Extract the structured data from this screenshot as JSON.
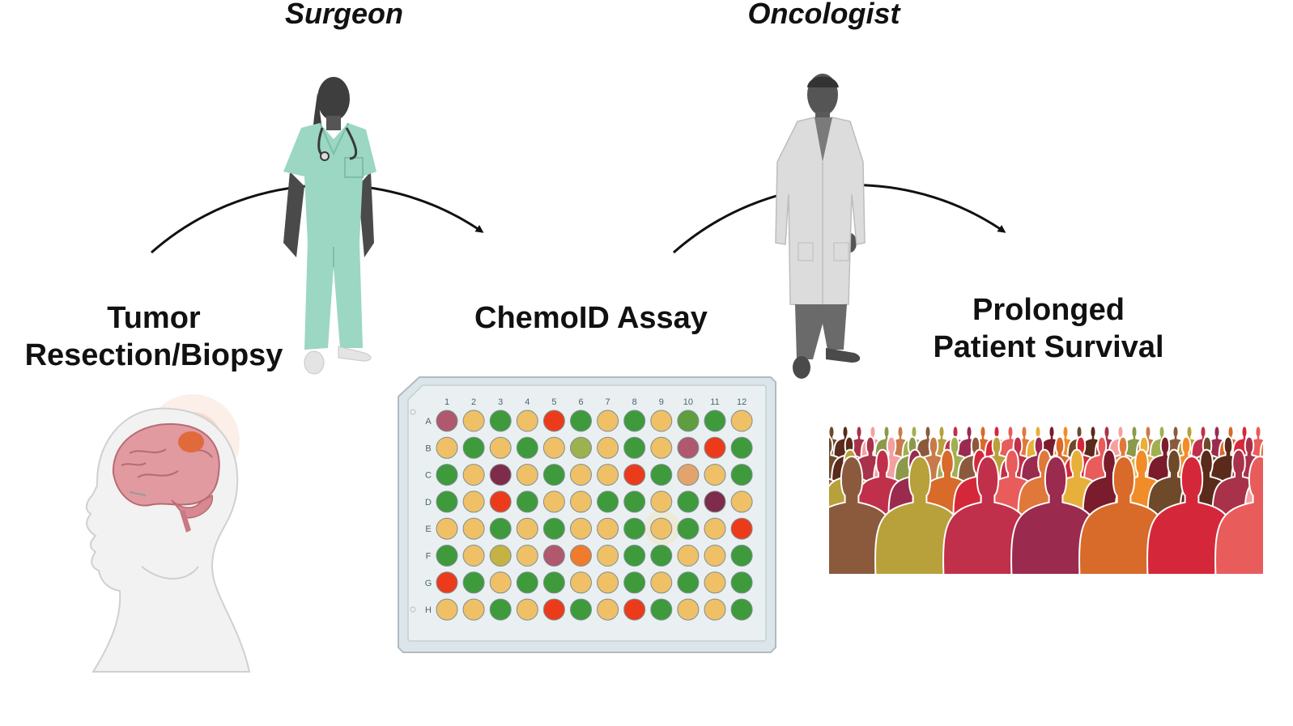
{
  "roles": {
    "surgeon": "Surgeon",
    "oncologist": "Oncologist"
  },
  "steps": {
    "tumor": {
      "line1": "Tumor",
      "line2": "Resection/Biopsy"
    },
    "assay": {
      "label": "ChemoID Assay"
    },
    "survival": {
      "line1": "Prolonged",
      "line2": "Patient Survival"
    }
  },
  "plate": {
    "columns": [
      "1",
      "2",
      "3",
      "4",
      "5",
      "6",
      "7",
      "8",
      "9",
      "10",
      "11",
      "12"
    ],
    "rows": [
      "A",
      "B",
      "C",
      "D",
      "E",
      "F",
      "G",
      "H"
    ],
    "wells": [
      [
        "m",
        "y",
        "g",
        "y",
        "r",
        "g",
        "y",
        "g",
        "y",
        "gl",
        "g",
        "y"
      ],
      [
        "y",
        "g",
        "y",
        "g",
        "y",
        "ol",
        "y",
        "g",
        "y",
        "m",
        "r",
        "g"
      ],
      [
        "g",
        "y",
        "dm",
        "y",
        "g",
        "y",
        "y",
        "r",
        "g",
        "ys",
        "y",
        "g"
      ],
      [
        "g",
        "y",
        "r",
        "g",
        "y",
        "y",
        "g",
        "g",
        "y",
        "g",
        "dm",
        "y"
      ],
      [
        "y",
        "y",
        "g",
        "y",
        "g",
        "y",
        "y",
        "g",
        "y",
        "g",
        "y",
        "r"
      ],
      [
        "g",
        "y",
        "ol2",
        "y",
        "m",
        "or",
        "y",
        "g",
        "g",
        "y",
        "y",
        "g"
      ],
      [
        "r",
        "g",
        "y",
        "g",
        "g",
        "y",
        "y",
        "g",
        "y",
        "g",
        "y",
        "g"
      ],
      [
        "y",
        "y",
        "g",
        "y",
        "r",
        "g",
        "y",
        "r",
        "g",
        "y",
        "y",
        "g"
      ]
    ]
  },
  "colors": {
    "g": "#3f9a3c",
    "gl": "#5e9e3e",
    "y": "#efc066",
    "ys": "#e2a46a",
    "r": "#ec3b1b",
    "or": "#ee7c2c",
    "m": "#b0586d",
    "dm": "#7e2c4a",
    "ol": "#9db14e",
    "ol2": "#c5b244",
    "scrubs": "#9bd7c2",
    "coat": "#dcdcdc",
    "silhouette": "#4a4a4a",
    "brain": "#e09aa0",
    "tumor": "#e06a3c",
    "arrow": "#111111"
  },
  "icons": [
    "surgeon-figure-icon",
    "oncologist-figure-icon",
    "brain-tumor-head-icon",
    "well-plate-icon",
    "crowd-icon"
  ]
}
